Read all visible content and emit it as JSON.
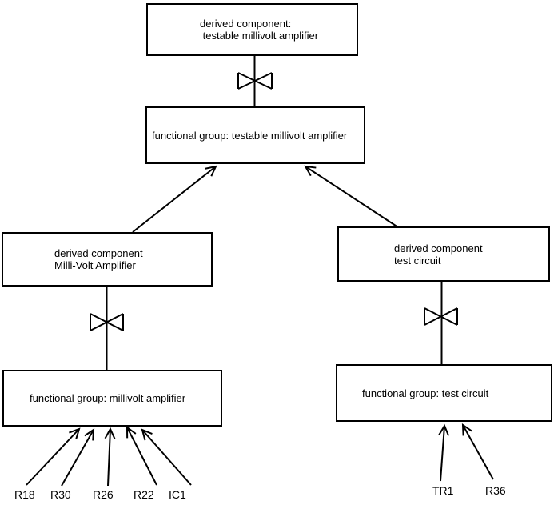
{
  "diagram": {
    "background": "#ffffff",
    "line_color": "#000000",
    "nodes": {
      "derived_testable": {
        "line1": "derived component:",
        "line2": " testable millivolt amplifier"
      },
      "fg_testable": {
        "label": "functional group: testable millivolt amplifier"
      },
      "derived_mva": {
        "line1": "derived component",
        "line2": "Milli-Volt Amplifier"
      },
      "derived_test": {
        "line1": "derived component",
        "line2": "test circuit"
      },
      "fg_mva": {
        "label": "functional group: millivolt amplifier"
      },
      "fg_test": {
        "label": "functional group: test circuit"
      }
    },
    "components": {
      "fg_mva_inputs": [
        "R18",
        "R30",
        "R26",
        "R22",
        "IC1"
      ],
      "fg_test_inputs": [
        "TR1",
        "R36"
      ]
    },
    "edges": {
      "bowtie_links": [
        {
          "from": "derived_testable",
          "to": "fg_testable",
          "connector": "bowtie"
        },
        {
          "from": "derived_mva",
          "to": "fg_mva",
          "connector": "bowtie"
        },
        {
          "from": "derived_test",
          "to": "fg_test",
          "connector": "bowtie"
        }
      ],
      "arrow_links": [
        {
          "from": "derived_mva",
          "to": "fg_testable"
        },
        {
          "from": "derived_test",
          "to": "fg_testable"
        },
        {
          "from": "R18",
          "to": "fg_mva"
        },
        {
          "from": "R30",
          "to": "fg_mva"
        },
        {
          "from": "R26",
          "to": "fg_mva"
        },
        {
          "from": "R22",
          "to": "fg_mva"
        },
        {
          "from": "IC1",
          "to": "fg_mva"
        },
        {
          "from": "TR1",
          "to": "fg_test"
        },
        {
          "from": "R36",
          "to": "fg_test"
        }
      ]
    }
  }
}
